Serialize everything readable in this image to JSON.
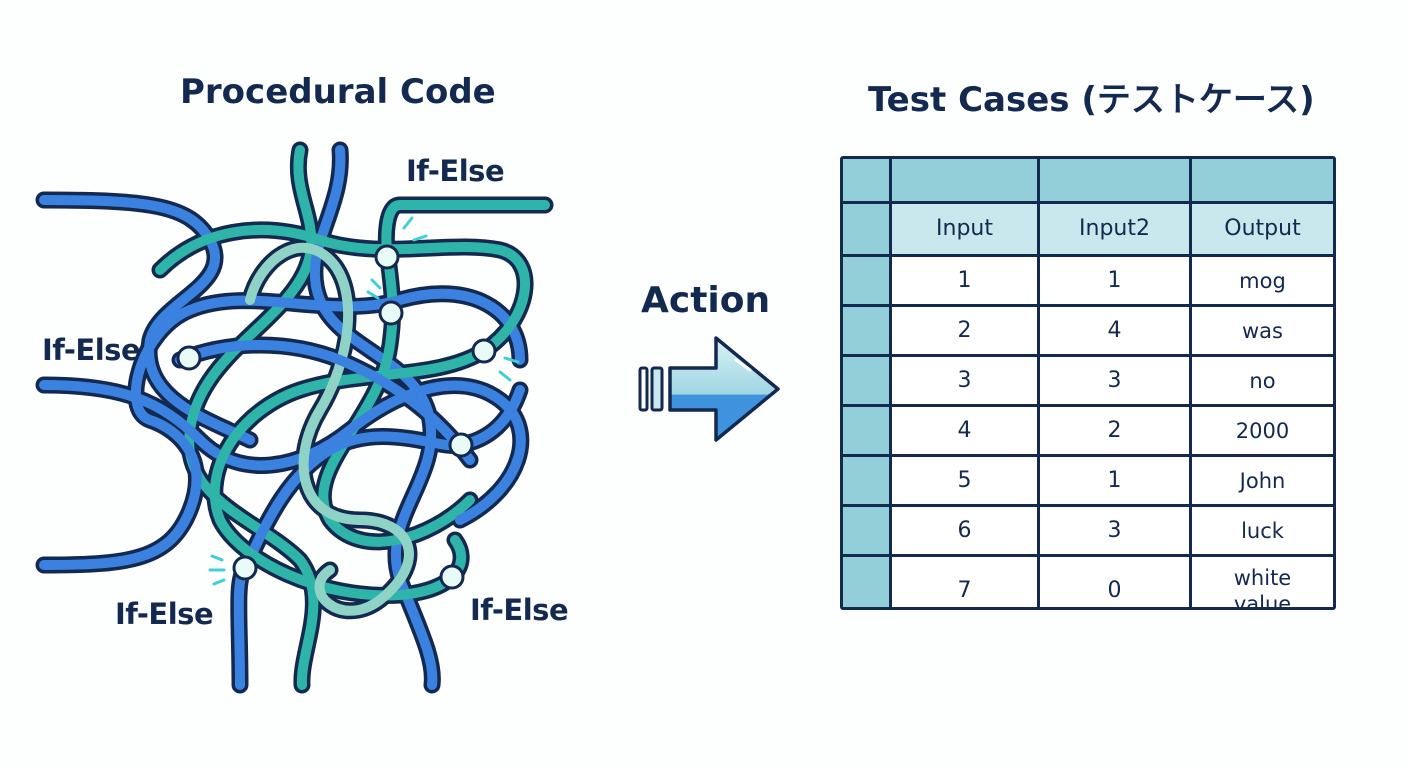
{
  "titles": {
    "left": "Procedural Code",
    "right": "Test Cases (テストケース)",
    "action": "Action"
  },
  "labels": {
    "ifelse_top": "If-Else",
    "ifelse_left": "If-Else",
    "ifelse_bottom_left": "If-Else",
    "ifelse_bottom_right": "If-Else"
  },
  "colors": {
    "blue_strand": "#3b82e0",
    "teal_strand": "#2fb4a9",
    "light_strand": "#8fd3c7",
    "outline": "#13294f",
    "table_header": "#93cfd9",
    "table_subheader": "#c9e8ed"
  },
  "table": {
    "headers": [
      "Input",
      "Input2",
      "Output"
    ],
    "rows": [
      [
        "1",
        "1",
        "mog"
      ],
      [
        "2",
        "4",
        "was"
      ],
      [
        "3",
        "3",
        "no"
      ],
      [
        "4",
        "2",
        "2000"
      ],
      [
        "5",
        "1",
        "John"
      ],
      [
        "6",
        "3",
        "luck"
      ],
      [
        "7",
        "0",
        "white value"
      ]
    ]
  }
}
